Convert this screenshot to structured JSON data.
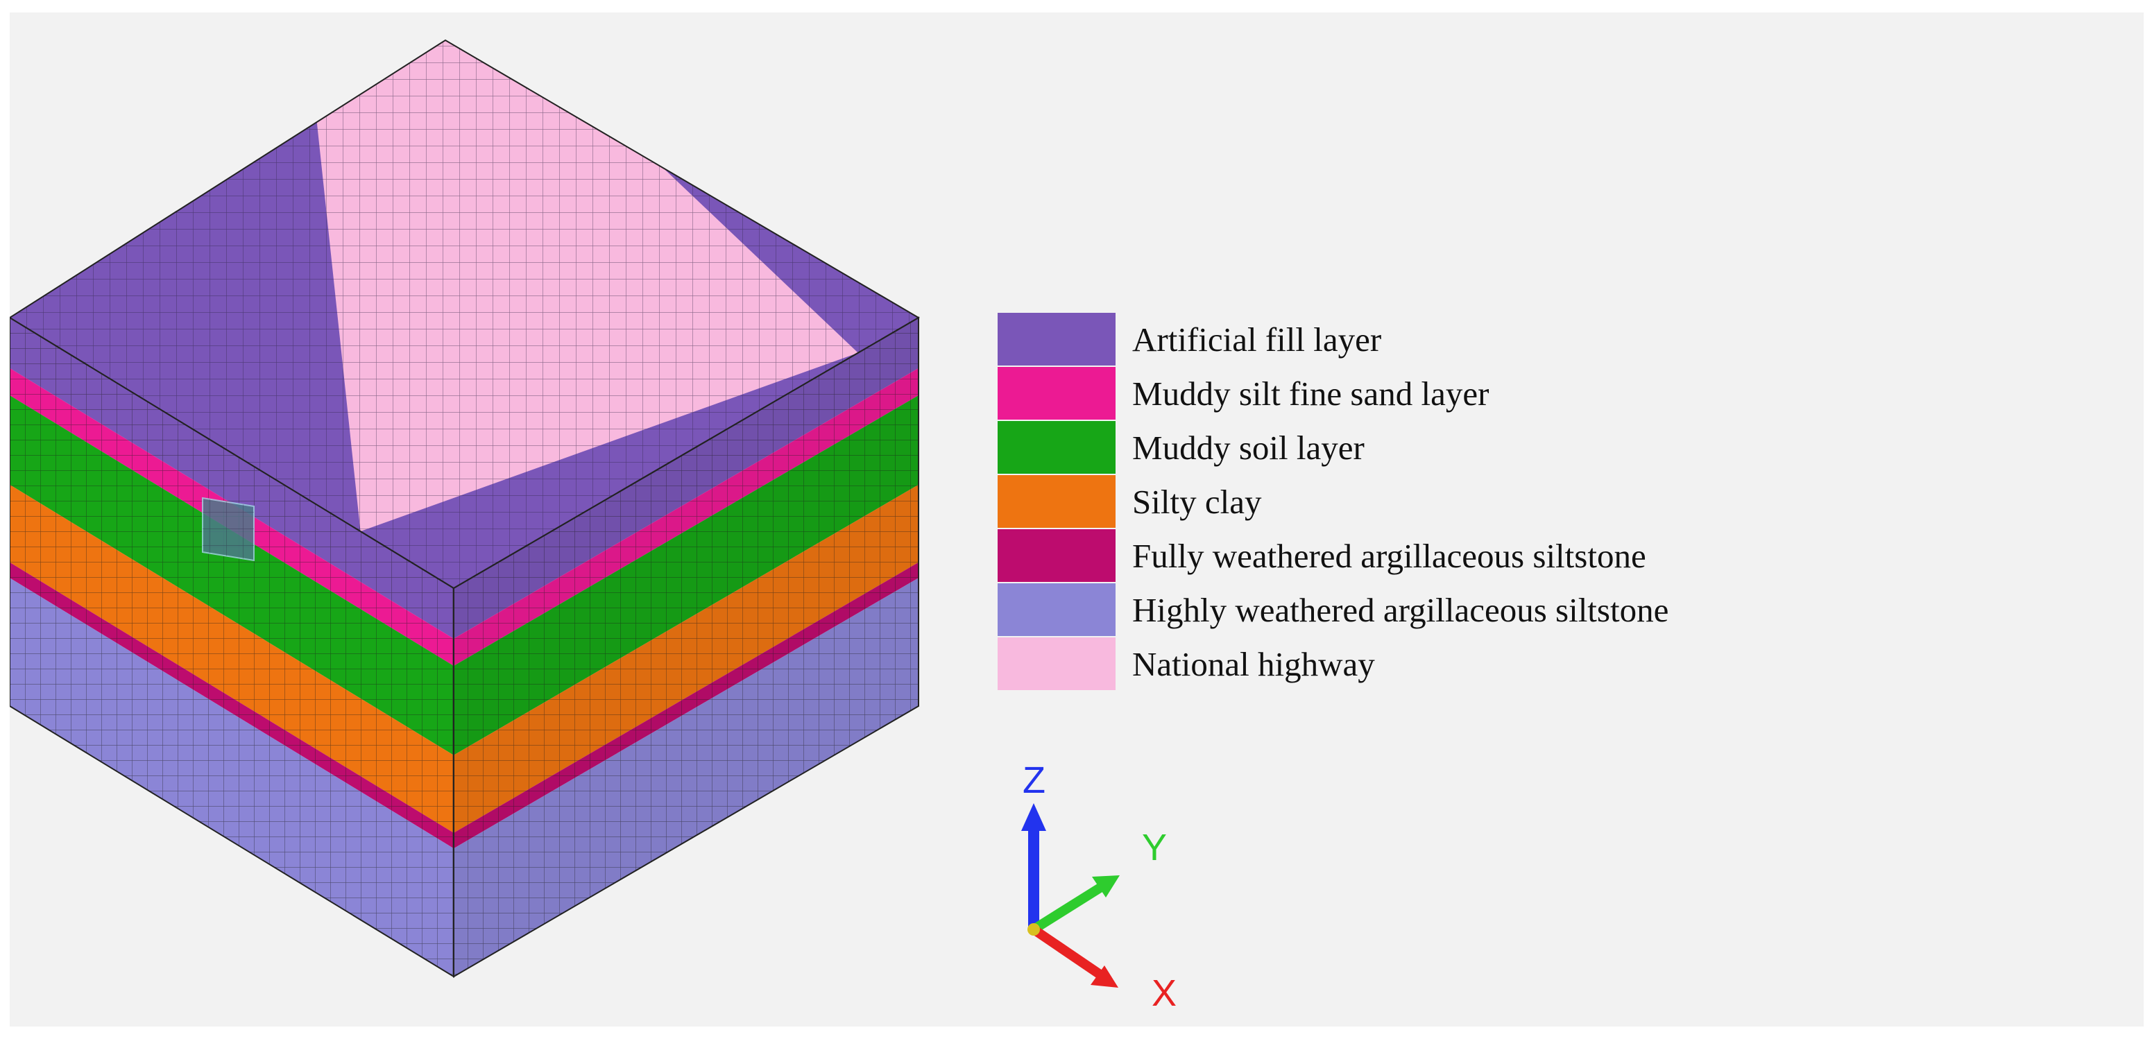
{
  "legend": {
    "items": [
      {
        "label": "Artificial fill layer",
        "color": "#7a56b8"
      },
      {
        "label": "Muddy silt fine sand layer",
        "color": "#ec1a93"
      },
      {
        "label": "Muddy soil layer",
        "color": "#17a617"
      },
      {
        "label": "Silty clay",
        "color": "#ee7411"
      },
      {
        "label": "Fully weathered argillaceous siltstone",
        "color": "#bd0c6e"
      },
      {
        "label": "Highly weathered argillaceous siltstone",
        "color": "#8b85d6"
      },
      {
        "label": "National highway",
        "color": "#f8b9de"
      }
    ]
  },
  "axes": {
    "z": {
      "label": "Z",
      "color": "#2233ee"
    },
    "y": {
      "label": "Y",
      "color": "#2ecc2e"
    },
    "x": {
      "label": "X",
      "color": "#e82222"
    }
  },
  "model": {
    "top_surface": [
      "Artificial fill layer",
      "National highway"
    ],
    "side_layers": [
      "Artificial fill layer",
      "Muddy silt fine sand layer",
      "Muddy soil layer",
      "Silty clay",
      "Fully weathered argillaceous siltstone",
      "Highly weathered argillaceous siltstone"
    ],
    "side_layer_fraction": [
      0.13,
      0.07,
      0.23,
      0.2,
      0.04,
      0.33
    ],
    "mesh": "structured hexahedral"
  }
}
